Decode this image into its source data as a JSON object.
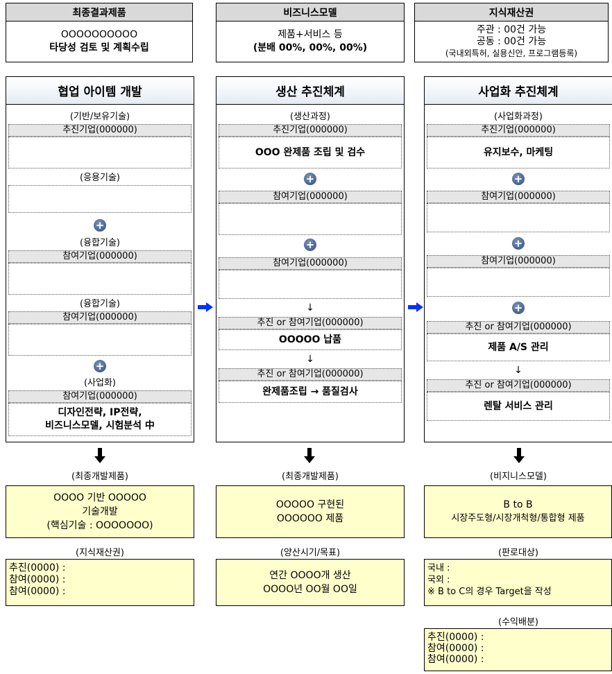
{
  "top_boxes": [
    {
      "title": "최종결과제품",
      "line1": "OOOOOOOOOO",
      "line2": "타당성 검토 및 계획수립"
    },
    {
      "title": "비즈니스모델",
      "line1": "제품+서비스 등",
      "line2": "(분배 00%, 00%, 00%)"
    },
    {
      "title": "지식재산권",
      "line1": "주관 : 00건 가능",
      "line2": "공동 : 00건 가능",
      "line3": "(국내외특허, 실용신안, 프로그램등록)"
    }
  ],
  "col1": {
    "title": "협업 아이템 개발",
    "sub1": "(기반/보유기술)",
    "label1": "추진기업(000000)",
    "sub2": "(응용기술)",
    "sub3": "(융합기술)",
    "label3": "참여기업(000000)",
    "sub4": "(융합기술)",
    "label4": "참여기업(000000)",
    "sub5": "(사업화)",
    "label5": "참여기업(000000)",
    "slot5_line1": "디자인전략, IP전략,",
    "slot5_line2": "비즈니스모델, 시험분석 中"
  },
  "col2": {
    "title": "생산 추진체계",
    "sub1": "(생산과정)",
    "label1": "추진기업(000000)",
    "slot1": "OOO 완제품 조립 및 검수",
    "label2": "참여기업(000000)",
    "label3": "참여기업(000000)",
    "label4": "추진 or 참여기업(000000)",
    "slot4": "OOOOO 납품",
    "label5": "추진 or 참여기업(000000)",
    "slot5": "완제품조립 → 품질검사"
  },
  "col3": {
    "title": "사업화 추진체계",
    "sub1": "(사업화과정)",
    "label1": "추진기업(000000)",
    "slot1": "유지보수, 마케팅",
    "label2": "참여기업(000000)",
    "label3": "참여기업(000000)",
    "label4": "추진 or 참여기업(000000)",
    "slot4": "제품 A/S 관리",
    "label5": "추진 or 참여기업(000000)",
    "slot5": "렌탈 서비스 관리"
  },
  "glyphs": {
    "plus": "+",
    "down_arrow_small": "↓"
  },
  "bottom": {
    "c1": {
      "caption1": "(최종개발제품)",
      "box1_line1": "OOOO 기반 OOOOO",
      "box1_line2": "기술개발",
      "box1_line3": "(핵심기술 : OOOOOOO)",
      "caption2": "(지식재산권)",
      "box2_line1": "추진(0000) :",
      "box2_line2": "참여(0000) :",
      "box2_line3": "참여(0000) :"
    },
    "c2": {
      "caption1": "(최종개발제품)",
      "box1_line1": "OOOOO 구현된",
      "box1_line2": "OOOOOO 제품",
      "caption2": "(양산시기/목표)",
      "box2_line1": "연간 OOOO개 생산",
      "box2_line2": "OOOO년 OO월 OO일"
    },
    "c3": {
      "caption1": "(비지니스모델)",
      "box1_line1": "B to B",
      "box1_line2": "시장주도형/시장개척형/통합형 제품",
      "caption2": "(판로대상)",
      "box2_line1": "국내 :",
      "box2_line2": "국외 :",
      "box2_line3": "※ B to C의 경우 Target을 작성",
      "caption3": "(수익배분)",
      "box3_line1": "추진(0000) :",
      "box3_line2": "참여(0000) :",
      "box3_line3": "참여(0000) :"
    }
  },
  "colors": {
    "header_gray": "#d9d9d9",
    "label_gray": "#e6e6e6",
    "note_yellow": "#ffffcc",
    "arrow_blue": "#0033ff"
  }
}
